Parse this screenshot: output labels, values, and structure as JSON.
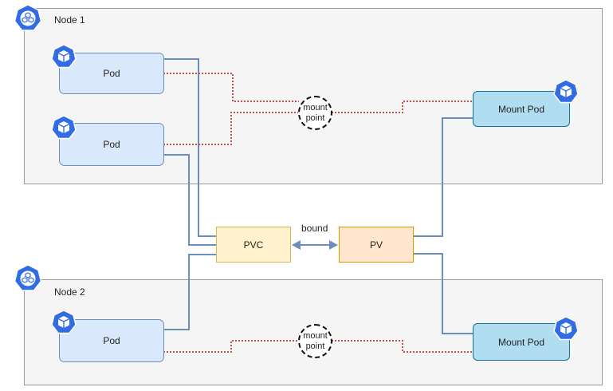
{
  "nodes": [
    {
      "label": "Node 1"
    },
    {
      "label": "Node 2"
    }
  ],
  "pods": {
    "node1_top": "Pod",
    "node1_bottom": "Pod",
    "node2": "Pod"
  },
  "mount_pods": {
    "node1": "Mount Pod",
    "node2": "Mount Pod"
  },
  "mount_points": {
    "node1": {
      "line1": "mount",
      "line2": "point"
    },
    "node2": {
      "line1": "mount",
      "line2": "point"
    }
  },
  "pvc": {
    "label": "PVC"
  },
  "pv": {
    "label": "PV"
  },
  "binding": {
    "label": "bound"
  },
  "colors": {
    "k8s_blue": "#326ce5",
    "volume_link": "#6c8ebf",
    "mount_link": "#b85450"
  },
  "icons": {
    "node": "kubernetes-node-icon",
    "pod": "kubernetes-pod-icon"
  }
}
